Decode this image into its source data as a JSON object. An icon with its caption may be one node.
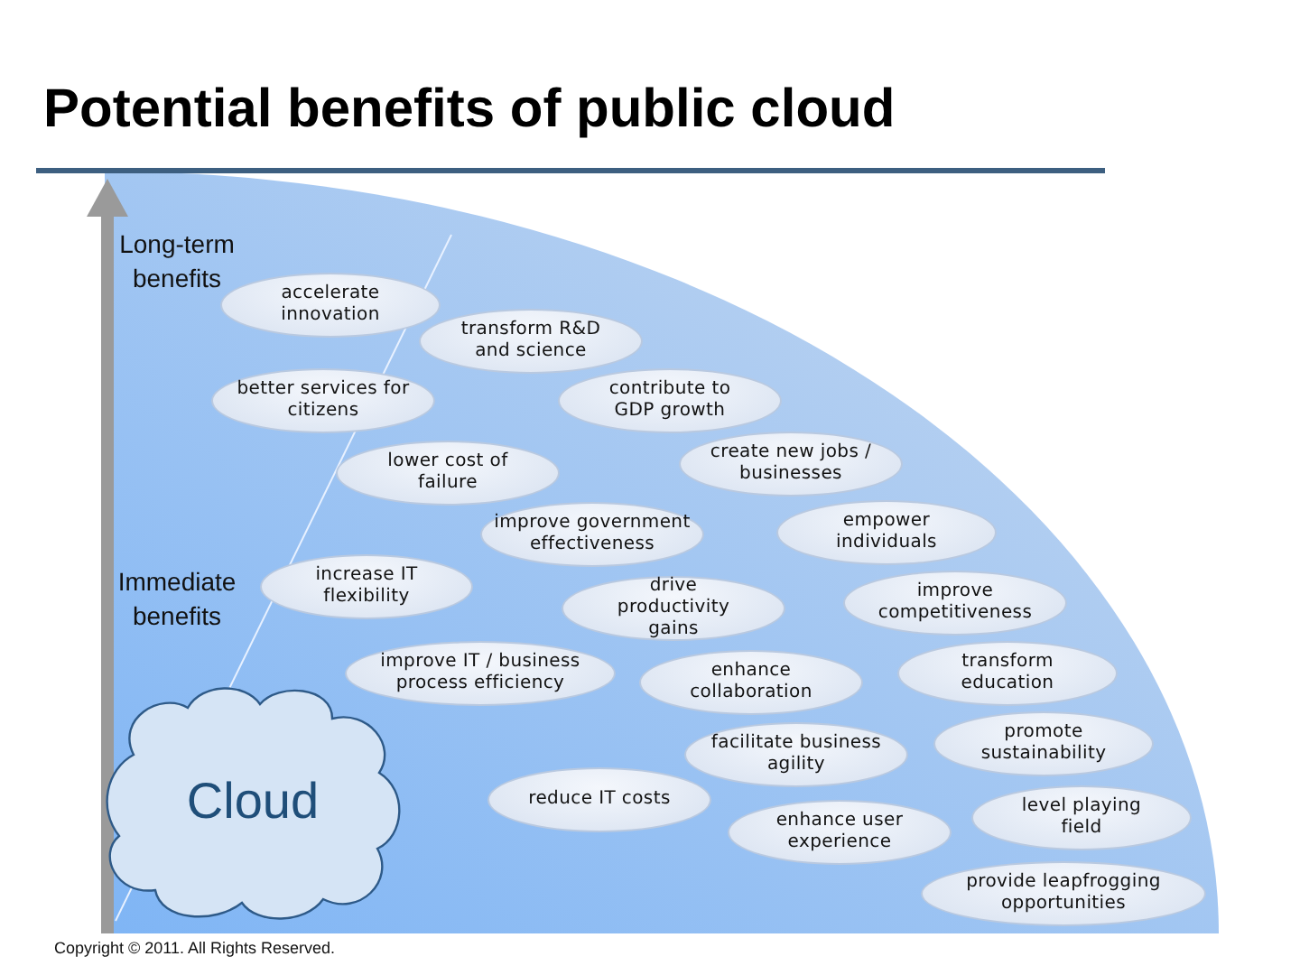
{
  "diagram": {
    "title": "Potential benefits of public cloud",
    "nodes": [
      {
        "text": [
          "accelerate innovation"
        ]
      },
      {
        "text": [
          "transform R&D and science"
        ]
      },
      {
        "text": [
          "better services for citizens"
        ]
      },
      {
        "text": [
          "contribute to GDP growth"
        ]
      },
      {
        "text": [
          "create new jobs / businesses"
        ]
      },
      {
        "text": [
          "lower cost of failure"
        ]
      },
      {
        "text": [
          "improve government effectiveness"
        ]
      },
      {
        "text": [
          "empower individuals"
        ]
      },
      {
        "text": [
          "increase IT flexibility"
        ]
      },
      {
        "text": [
          "drive productivity gains"
        ]
      },
      {
        "text": [
          "improve competitiveness"
        ]
      },
      {
        "text": [
          "improve IT / business process efficiency"
        ]
      },
      {
        "text": [
          "enhance collaboration"
        ]
      },
      {
        "text": [
          "transform education"
        ]
      },
      {
        "text": [
          "facilitate business agility"
        ]
      },
      {
        "text": [
          "promote sustainability"
        ]
      },
      {
        "text": [
          "reduce IT costs"
        ]
      },
      {
        "text": [
          "enhance user experience"
        ]
      },
      {
        "text": [
          "level playing field"
        ]
      },
      {
        "text": [
          "provide leapfrogging opportunities"
        ]
      },
      {
        "text": [
          "Cloud"
        ]
      }
    ],
    "edges": [],
    "labels": [
      "Long-term benefits",
      "Immediate benefits",
      "Copyright © 2011. All Rights Reserved."
    ]
  }
}
